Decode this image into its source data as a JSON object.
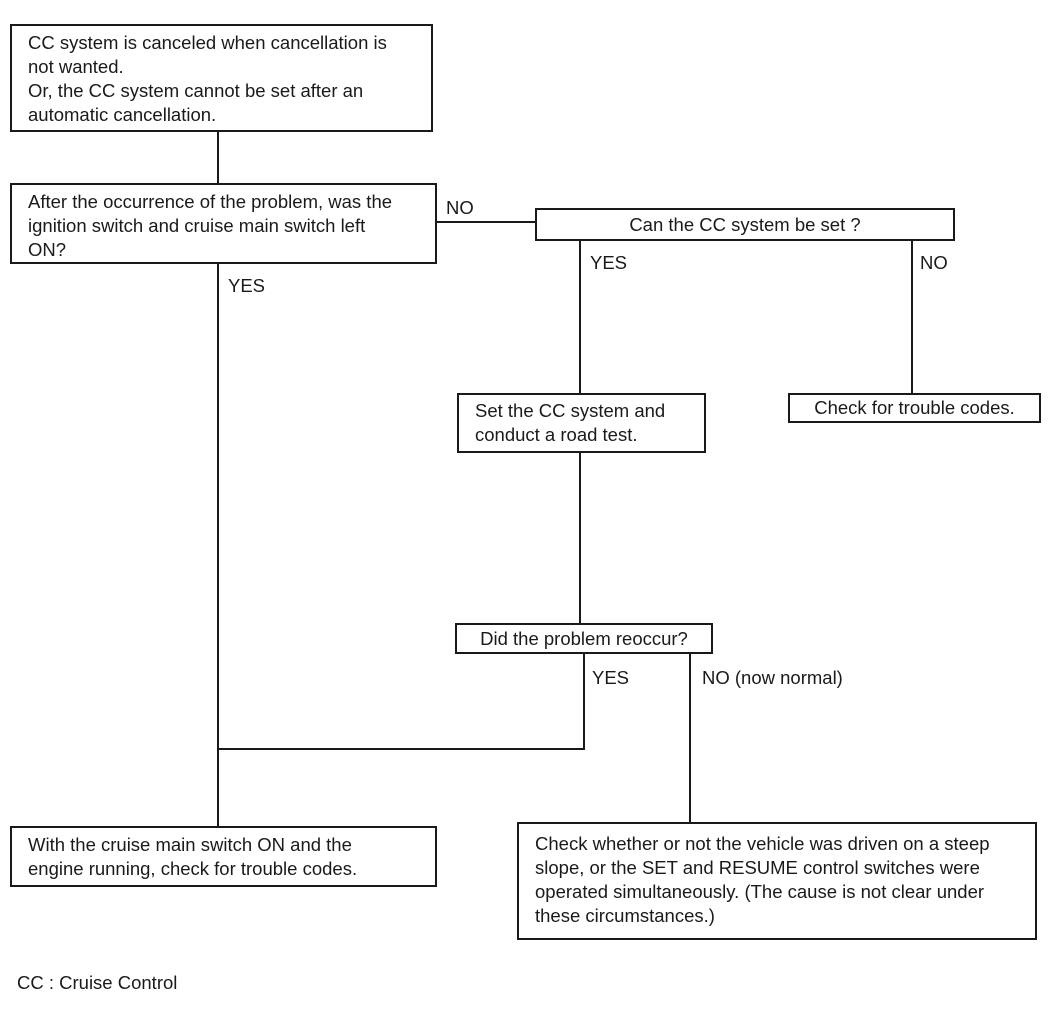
{
  "nodes": {
    "symptom": {
      "text": "CC system is canceled when cancellation is\nnot wanted.\nOr, the CC system cannot be set after an\nautomatic cancellation."
    },
    "q_ignition": {
      "text": "After the occurrence of the problem, was the\nignition switch and cruise main switch left\nON?"
    },
    "q_can_set": {
      "text": "Can the CC system be set ?"
    },
    "road_test": {
      "text": "Set the CC system and\nconduct a road test."
    },
    "check_codes": {
      "text": "Check for trouble codes."
    },
    "q_reoccur": {
      "text": "Did the problem reoccur?"
    },
    "engine_check_codes": {
      "text": "With the cruise main switch ON and the\nengine running, check for trouble codes."
    },
    "steep_slope": {
      "text": "Check whether or not the vehicle was driven on a steep\nslope, or the SET and RESUME control switches were\noperated simultaneously. (The cause is not clear under\nthese circumstances.)"
    }
  },
  "labels": {
    "q_ignition_no": "NO",
    "q_ignition_yes": "YES",
    "q_can_set_yes": "YES",
    "q_can_set_no": "NO",
    "q_reoccur_yes": "YES",
    "q_reoccur_no": "NO (now normal)"
  },
  "footer": "CC : Cruise Control",
  "colors": {
    "line": "#1a1a1a",
    "background": "#ffffff"
  }
}
